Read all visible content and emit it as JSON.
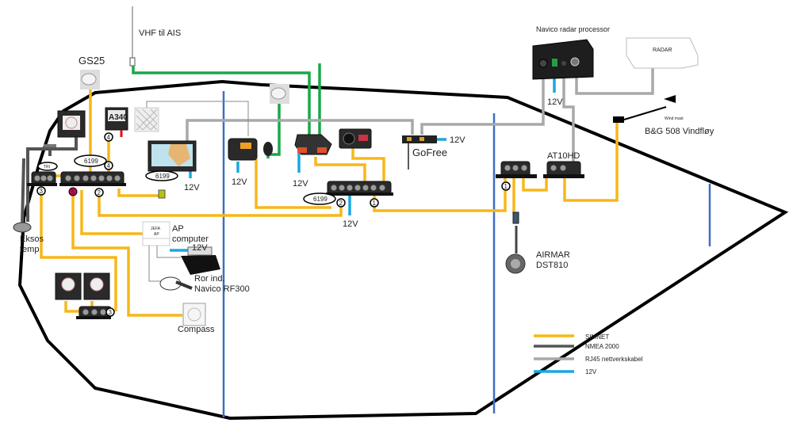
{
  "title": "Boat electronics wiring diagram",
  "labels": {
    "vhf_ais": "VHF til AIS",
    "gs25": "GS25",
    "a340": "A340",
    "radar_processor": "Navico radar processor",
    "radar": "RADAR",
    "wind_vane": "B&G 508 Vindfløy",
    "wind_mast": "Wind mast",
    "gofree": "GoFree",
    "at10hd": "AT10HD",
    "airmar_line1": "AIRMAR",
    "airmar_line2": "DST810",
    "eksos_line1": "Eksos",
    "eksos_line2": "temp",
    "ap_line1": "AP",
    "ap_line2": "computer",
    "jefa_line1": "JEFA",
    "jefa_line2": "AP",
    "rudder_line1": "Ror ind.",
    "rudder_line2": "Navico RF300",
    "compass": "Compass",
    "power_12v": "12V",
    "tee_label": "TRI",
    "cable_6199": "6199"
  },
  "connector_numbers": {
    "n1": "1",
    "n2": "2",
    "n3": "3",
    "n4": "4",
    "n5": "5"
  },
  "legend": {
    "items": [
      {
        "label": "SIMNET",
        "color": "#f7b718"
      },
      {
        "label": "NMEA 2000",
        "color": "#555555"
      },
      {
        "label": "RJ45 nettverkskabel",
        "color": "#a8a8a8"
      },
      {
        "label": "12V",
        "color": "#1aa7e0"
      }
    ]
  },
  "colors": {
    "simnet": "#f7b718",
    "nmea2000": "#555555",
    "rj45": "#a8a8a8",
    "power": "#1aa7e0",
    "vhf_cable": "#1aa84a",
    "hull": "#000000",
    "bulkhead": "#3c6fc4",
    "warning_connector": "#c0105a"
  }
}
